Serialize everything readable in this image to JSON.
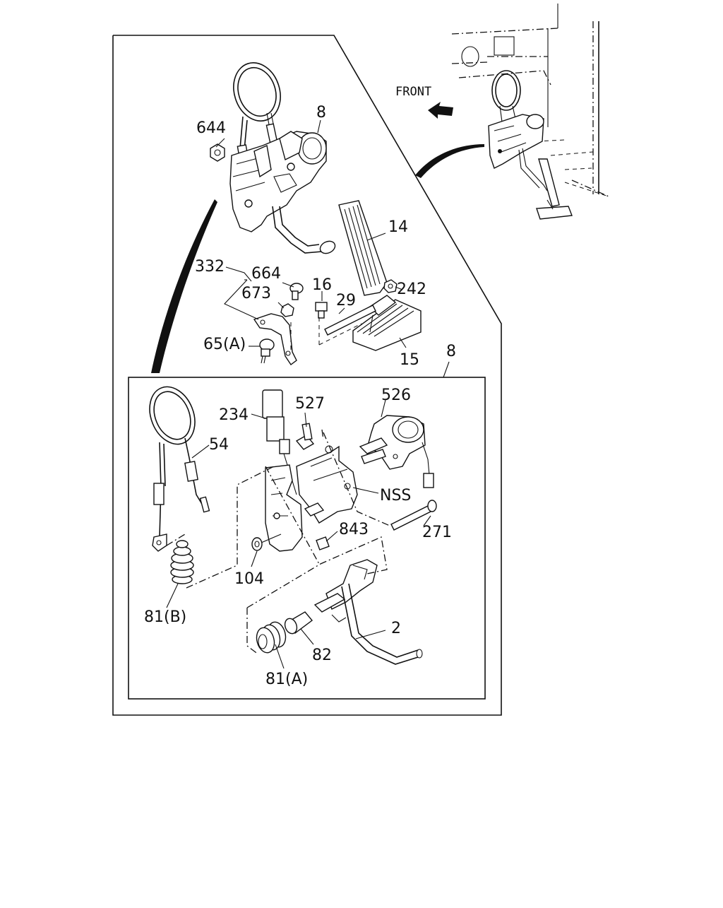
{
  "orientation": {
    "front_label": "FRONT"
  },
  "callouts": {
    "c644": "644",
    "c8_top": "8",
    "c14": "14",
    "c332": "332",
    "c664": "664",
    "c673": "673",
    "c242": "242",
    "c16": "16",
    "c29": "29",
    "c65a": "65(A)",
    "c15": "15",
    "c8_detail": "8",
    "c526": "526",
    "c234": "234",
    "c527": "527",
    "c54": "54",
    "cNSS": "NSS",
    "c271": "271",
    "c843": "843",
    "c104": "104",
    "c81b": "81(B)",
    "c2": "2",
    "c82": "82",
    "c81a": "81(A)"
  }
}
